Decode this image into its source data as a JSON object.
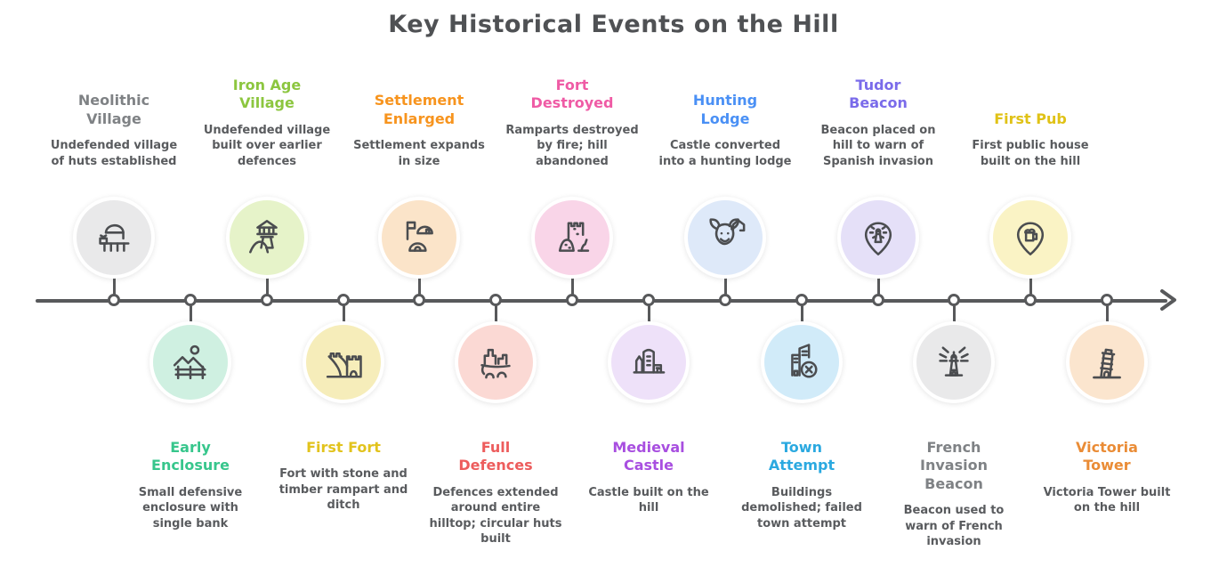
{
  "title": "Key Historical Events on the Hill",
  "timeline": {
    "line_color": "#58595b",
    "icon_stroke_color": "#4b4d50"
  },
  "top_events": [
    {
      "title": "Neolithic Village",
      "description": "Undefended village of huts established",
      "title_color": "#7f8285",
      "circle_color": "#e9e9ea",
      "icon": "neolithic-hut-icon"
    },
    {
      "title": "Iron Age Village",
      "description": "Undefended village built over earlier defences",
      "title_color": "#8cc63f",
      "circle_color": "#e6f3c9",
      "icon": "hilltop-tower-icon"
    },
    {
      "title": "Settlement Enlarged",
      "description": "Settlement expands in size",
      "title_color": "#f7941e",
      "circle_color": "#fbe4c9",
      "icon": "settlement-huts-icon"
    },
    {
      "title": "Fort Destroyed",
      "description": "Ramparts destroyed by fire; hill abandoned",
      "title_color": "#ef5ba5",
      "circle_color": "#f9d5e8",
      "icon": "ruined-fort-icon"
    },
    {
      "title": "Hunting Lodge",
      "description": "Castle converted into a hunting lodge",
      "title_color": "#4a90f5",
      "circle_color": "#dee9f9",
      "icon": "stag-and-lodge-icon"
    },
    {
      "title": "Tudor Beacon",
      "description": "Beacon placed on hill to warn of Spanish invasion",
      "title_color": "#7a6bea",
      "circle_color": "#e5e0f8",
      "icon": "beacon-pin-icon"
    },
    {
      "title": "First Pub",
      "description": "First public house built on the hill",
      "title_color": "#e0c217",
      "circle_color": "#faf3c5",
      "icon": "pub-tankard-pin-icon"
    }
  ],
  "bottom_events": [
    {
      "title": "Early Enclosure",
      "description": "Small defensive enclosure with single bank",
      "title_color": "#37c68c",
      "circle_color": "#cff0e1",
      "icon": "fenced-enclosure-icon"
    },
    {
      "title": "First Fort",
      "description": "Fort with stone and timber rampart and ditch",
      "title_color": "#e2c31d",
      "circle_color": "#f6edba",
      "icon": "fort-wall-icon"
    },
    {
      "title": "Full Defences",
      "description": "Defences extended around entire hilltop; circular huts built",
      "title_color": "#ed5d5d",
      "circle_color": "#fbd9d4",
      "icon": "hilltop-ruins-icon"
    },
    {
      "title": "Medieval Castle",
      "description": "Castle built on the hill",
      "title_color": "#a84fe0",
      "circle_color": "#eee1f9",
      "icon": "medieval-castle-icon"
    },
    {
      "title": "Town Attempt",
      "description": "Buildings demolished; failed town attempt",
      "title_color": "#2ba9e0",
      "circle_color": "#d1ebf9",
      "icon": "failed-town-icon"
    },
    {
      "title": "French Invasion Beacon",
      "description": "Beacon used to warn of French invasion",
      "title_color": "#7f8285",
      "circle_color": "#e9e9ea",
      "icon": "lighthouse-beacon-icon"
    },
    {
      "title": "Victoria Tower",
      "description": "Victoria Tower built on the hill",
      "title_color": "#ea8c36",
      "circle_color": "#fbe5ce",
      "icon": "leaning-tower-icon"
    }
  ]
}
